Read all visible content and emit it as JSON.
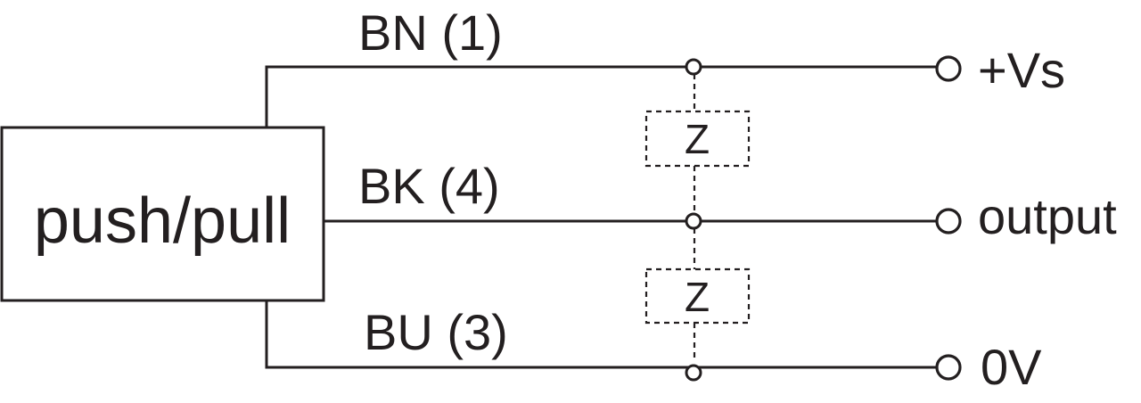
{
  "block": {
    "label": "push/pull"
  },
  "wires": [
    {
      "id": "bn",
      "label": "BN (1)",
      "terminal": "+Vs"
    },
    {
      "id": "bk",
      "label": "BK (4)",
      "terminal": "output"
    },
    {
      "id": "bu",
      "label": "BU (3)",
      "terminal": "0V"
    }
  ],
  "loads": [
    {
      "label": "Z"
    },
    {
      "label": "Z"
    }
  ],
  "colors": {
    "line": "#231f20",
    "background": "#ffffff"
  }
}
